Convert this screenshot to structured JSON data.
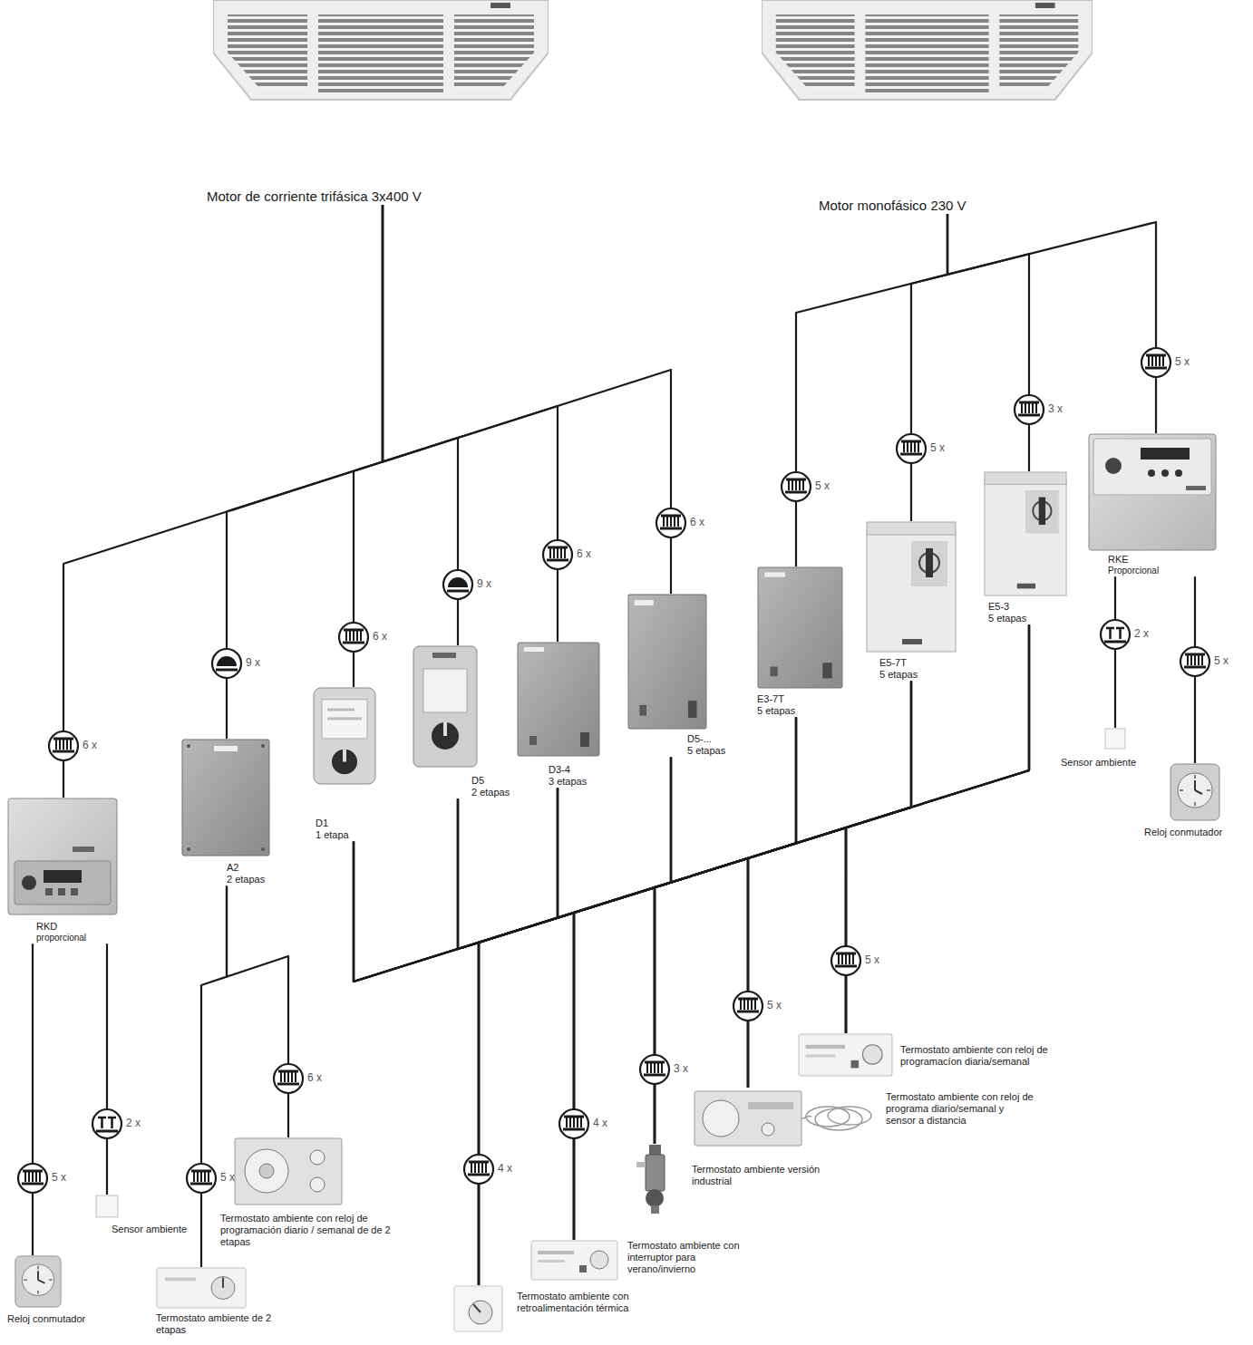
{
  "diagram": {
    "nodes": [
      {
        "text": [
          "Motor de corriente trifásica 3x400 V"
        ]
      },
      {
        "text": [
          "Motor monofásico 230 V"
        ]
      },
      {
        "text": [
          "RKD",
          "proporcional"
        ]
      },
      {
        "text": [
          "A2",
          "2 etapas"
        ]
      },
      {
        "text": [
          "D1",
          "1 etapa"
        ]
      },
      {
        "text": [
          "D5",
          "2 etapas"
        ]
      },
      {
        "text": [
          "D3-4",
          "3 etapas"
        ]
      },
      {
        "text": [
          "D5-...",
          "5 etapas"
        ]
      },
      {
        "text": [
          "E3-7T",
          "5 etapas"
        ]
      },
      {
        "text": [
          "E5-7T",
          "5 etapas"
        ]
      },
      {
        "text": [
          "E5-3",
          "5 etapas"
        ]
      },
      {
        "text": [
          "RKE",
          "Proporcional"
        ]
      },
      {
        "text": [
          "Sensor ambiente"
        ]
      },
      {
        "text": [
          "Reloj conmutador"
        ]
      },
      {
        "text": [
          "Sensor ambiente"
        ]
      },
      {
        "text": [
          "Reloj conmutador"
        ]
      },
      {
        "text": [
          "Termostato ambiente con reloj de programación diario / semanal de de 2 etapas"
        ]
      },
      {
        "text": [
          "Termostato ambiente de 2 etapas"
        ]
      },
      {
        "text": [
          "Termostato ambiente con reloj de programacíon diaria/semanal"
        ]
      },
      {
        "text": [
          "Termostato ambiente con reloj de programa diario/semanal y sensor a distancia"
        ]
      },
      {
        "text": [
          "Termostato ambiente versión industrial"
        ]
      },
      {
        "text": [
          "Termostato ambiente con interruptor para verano/invierno"
        ]
      },
      {
        "text": [
          "Termostato ambiente con retroalimentación térmica"
        ]
      }
    ],
    "edges": [
      {
        "from": 0,
        "to": 2,
        "arrow": "none"
      },
      {
        "from": 0,
        "to": 3,
        "arrow": "none"
      },
      {
        "from": 0,
        "to": 4,
        "arrow": "none"
      },
      {
        "from": 0,
        "to": 5,
        "arrow": "none"
      },
      {
        "from": 0,
        "to": 6,
        "arrow": "none"
      },
      {
        "from": 0,
        "to": 7,
        "arrow": "none"
      },
      {
        "from": 1,
        "to": 8,
        "arrow": "none"
      },
      {
        "from": 1,
        "to": 9,
        "arrow": "none"
      },
      {
        "from": 1,
        "to": 10,
        "arrow": "none"
      },
      {
        "from": 1,
        "to": 11,
        "arrow": "none"
      },
      {
        "from": 11,
        "to": 12,
        "arrow": "none"
      },
      {
        "from": 11,
        "to": 13,
        "arrow": "none"
      },
      {
        "from": 2,
        "to": 14,
        "arrow": "none"
      },
      {
        "from": 2,
        "to": 15,
        "arrow": "none"
      },
      {
        "from": 3,
        "to": 16,
        "arrow": "none"
      },
      {
        "from": 3,
        "to": 17,
        "arrow": "none"
      },
      {
        "from": 4,
        "to": 18,
        "arrow": "none"
      },
      {
        "from": 4,
        "to": 19,
        "arrow": "none"
      },
      {
        "from": 4,
        "to": 20,
        "arrow": "none"
      },
      {
        "from": 4,
        "to": 21,
        "arrow": "none"
      },
      {
        "from": 4,
        "to": 22,
        "arrow": "none"
      },
      {
        "from": 5,
        "to": 18,
        "arrow": "none"
      },
      {
        "from": 5,
        "to": 19,
        "arrow": "none"
      },
      {
        "from": 5,
        "to": 20,
        "arrow": "none"
      },
      {
        "from": 5,
        "to": 21,
        "arrow": "none"
      },
      {
        "from": 5,
        "to": 22,
        "arrow": "none"
      },
      {
        "from": 6,
        "to": 18,
        "arrow": "none"
      },
      {
        "from": 6,
        "to": 19,
        "arrow": "none"
      },
      {
        "from": 6,
        "to": 20,
        "arrow": "none"
      },
      {
        "from": 6,
        "to": 21,
        "arrow": "none"
      },
      {
        "from": 6,
        "to": 22,
        "arrow": "none"
      },
      {
        "from": 7,
        "to": 18,
        "arrow": "none"
      },
      {
        "from": 7,
        "to": 19,
        "arrow": "none"
      },
      {
        "from": 7,
        "to": 20,
        "arrow": "none"
      },
      {
        "from": 7,
        "to": 21,
        "arrow": "none"
      },
      {
        "from": 7,
        "to": 22,
        "arrow": "none"
      },
      {
        "from": 8,
        "to": 18,
        "arrow": "none"
      },
      {
        "from": 8,
        "to": 19,
        "arrow": "none"
      },
      {
        "from": 8,
        "to": 20,
        "arrow": "none"
      },
      {
        "from": 8,
        "to": 21,
        "arrow": "none"
      },
      {
        "from": 8,
        "to": 22,
        "arrow": "none"
      },
      {
        "from": 9,
        "to": 18,
        "arrow": "none"
      },
      {
        "from": 9,
        "to": 19,
        "arrow": "none"
      },
      {
        "from": 9,
        "to": 20,
        "arrow": "none"
      },
      {
        "from": 9,
        "to": 21,
        "arrow": "none"
      },
      {
        "from": 9,
        "to": 22,
        "arrow": "none"
      },
      {
        "from": 10,
        "to": 18,
        "arrow": "none"
      },
      {
        "from": 10,
        "to": 19,
        "arrow": "none"
      },
      {
        "from": 10,
        "to": 20,
        "arrow": "none"
      },
      {
        "from": 10,
        "to": 21,
        "arrow": "none"
      },
      {
        "from": 10,
        "to": 22,
        "arrow": "none"
      }
    ],
    "labels": [
      "5 x",
      "3 x",
      "5 x",
      "5 x",
      "6 x",
      "6 x",
      "9 x",
      "6 x",
      "2 x",
      "5 x",
      "9 x",
      "6 x",
      "5 x",
      "5 x",
      "3 x",
      "6 x",
      "4 x",
      "2 x",
      "4 x",
      "5 x",
      "5 x"
    ]
  }
}
